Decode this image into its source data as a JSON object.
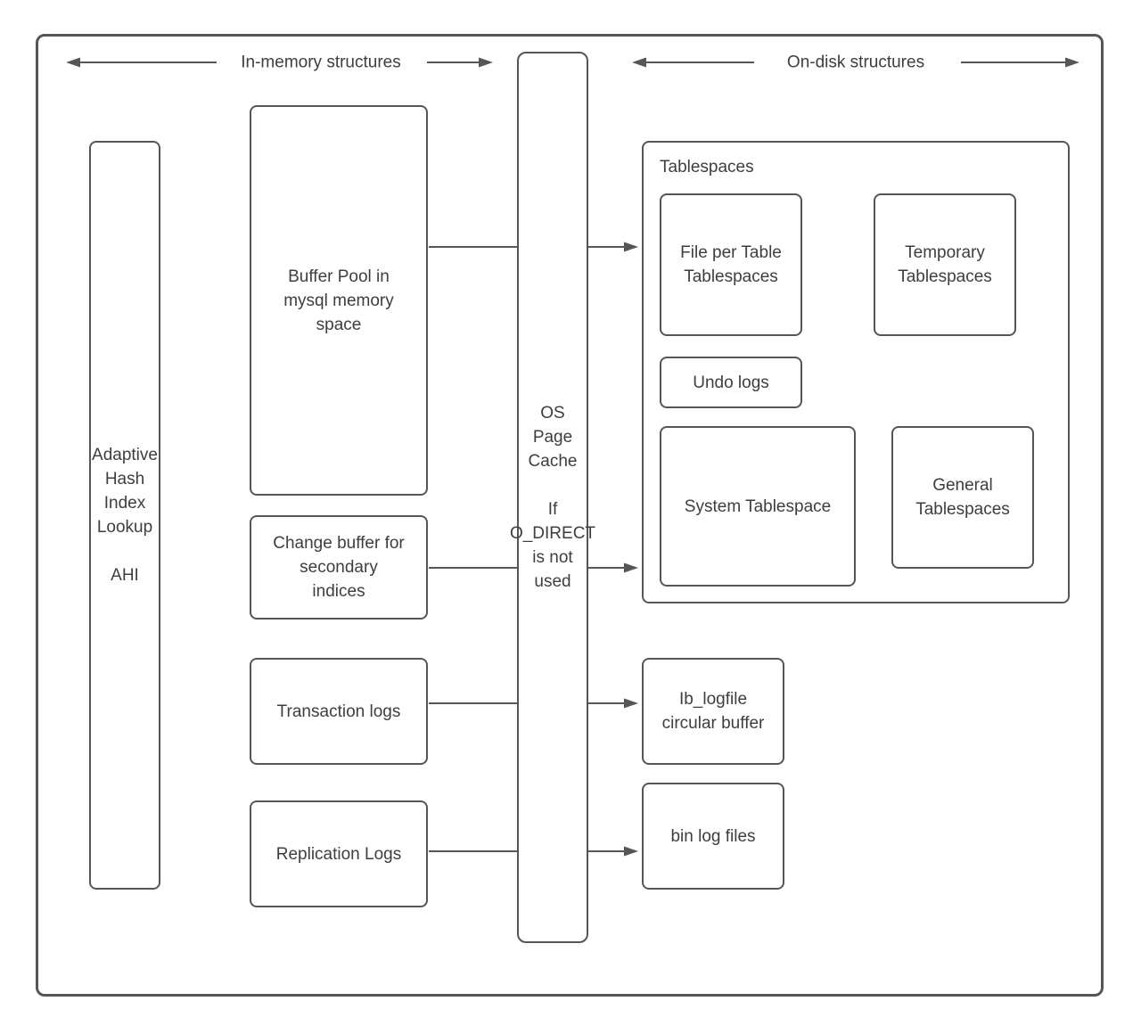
{
  "colors": {
    "stroke": "#565656",
    "text": "#3e3e3e",
    "background": "#ffffff"
  },
  "headers": {
    "in_memory": "In-memory structures",
    "on_disk": "On-disk structures"
  },
  "nodes": {
    "ahi": {
      "label": "Adaptive\nHash\nIndex\nLookup\n\nAHI"
    },
    "buffer_pool": {
      "label": "Buffer Pool in\nmysql memory\nspace"
    },
    "change_buffer": {
      "label": "Change buffer for\nsecondary\nindices"
    },
    "transaction_logs": {
      "label": "Transaction logs"
    },
    "replication_logs": {
      "label": "Replication Logs"
    },
    "os_page_cache": {
      "label": "OS\nPage\nCache\n\nIf\nO_DIRECT\nis not\nused"
    },
    "tablespaces_group": {
      "label": "Tablespaces"
    },
    "file_per_table": {
      "label": "File per Table\nTablespaces"
    },
    "temporary": {
      "label": "Temporary\nTablespaces"
    },
    "undo_logs": {
      "label": "Undo logs"
    },
    "system_tablespace": {
      "label": "System Tablespace"
    },
    "general_tablespaces": {
      "label": "General\nTablespaces"
    },
    "ib_logfile": {
      "label": "Ib_logfile\ncircular buffer"
    },
    "bin_log_files": {
      "label": "bin log files"
    }
  }
}
